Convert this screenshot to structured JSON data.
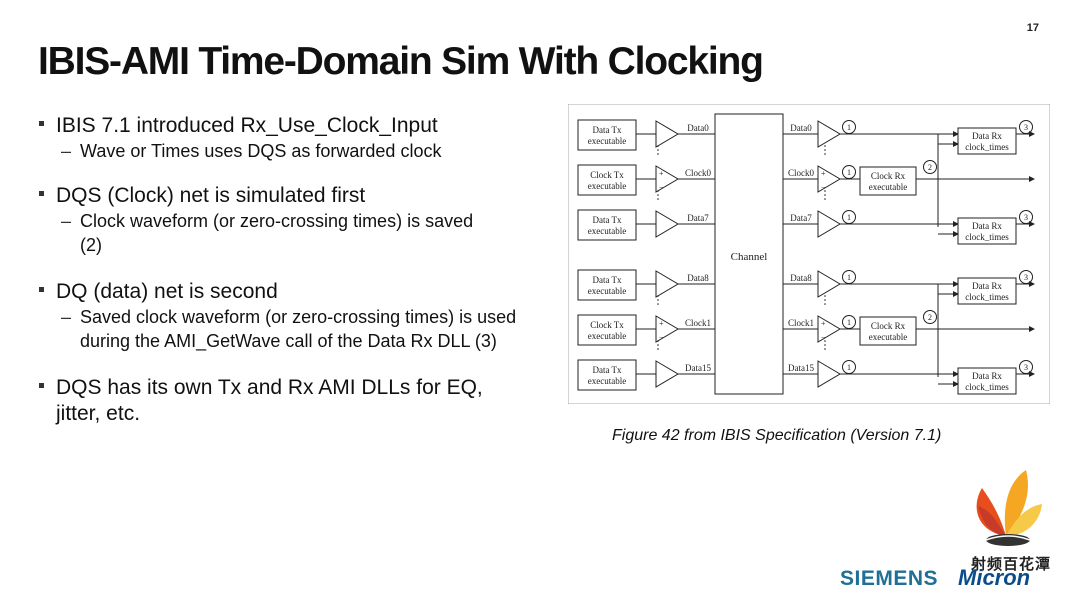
{
  "slide": {
    "page_number": "17",
    "title": "IBIS-AMI Time-Domain Sim With Clocking"
  },
  "bullets": [
    {
      "text": "IBIS 7.1 introduced Rx_Use_Clock_Input",
      "subs": [
        "Wave or Times uses DQS as forwarded clock"
      ]
    },
    {
      "text": "DQS (Clock) net is simulated first",
      "subs": [
        "Clock waveform (or zero-crossing times) is saved (2)"
      ]
    },
    {
      "text": "DQ (data) net is second",
      "subs": [
        "Saved clock waveform (or zero-crossing times) is used during the AMI_GetWave call of the Data Rx DLL (3)"
      ]
    },
    {
      "text": "DQS has its own Tx and Rx AMI DLLs for EQ, jitter, etc.",
      "subs": []
    }
  ],
  "figure": {
    "caption": "Figure 42 from IBIS Specification (Version 7.1)",
    "channel_label": "Channel",
    "tx_blocks": [
      {
        "line1": "Data Tx",
        "line2": "executable"
      },
      {
        "line1": "Clock Tx",
        "line2": "executable"
      },
      {
        "line1": "Data Tx",
        "line2": "executable"
      },
      {
        "line1": "Data Tx",
        "line2": "executable"
      },
      {
        "line1": "Clock Tx",
        "line2": "executable"
      },
      {
        "line1": "Data Tx",
        "line2": "executable"
      }
    ],
    "left_signals": [
      "Data0",
      "Clock0",
      "Data7",
      "Data8",
      "Clock1",
      "Data15"
    ],
    "right_signals": [
      "Data0",
      "Clock0",
      "Data7",
      "Data8",
      "Clock1",
      "Data15"
    ],
    "data_rx": {
      "line1": "Data Rx",
      "line2": "clock_times"
    },
    "clock_rx": {
      "line1": "Clock Rx",
      "line2": "executable"
    },
    "plus_sign": "+",
    "minus_sign": "−",
    "markers": {
      "one": "1",
      "two": "2",
      "three": "3"
    }
  },
  "logos": {
    "chinese_text": "射频百花潭",
    "siemens": "SIEMENS",
    "micron": "Micron"
  }
}
